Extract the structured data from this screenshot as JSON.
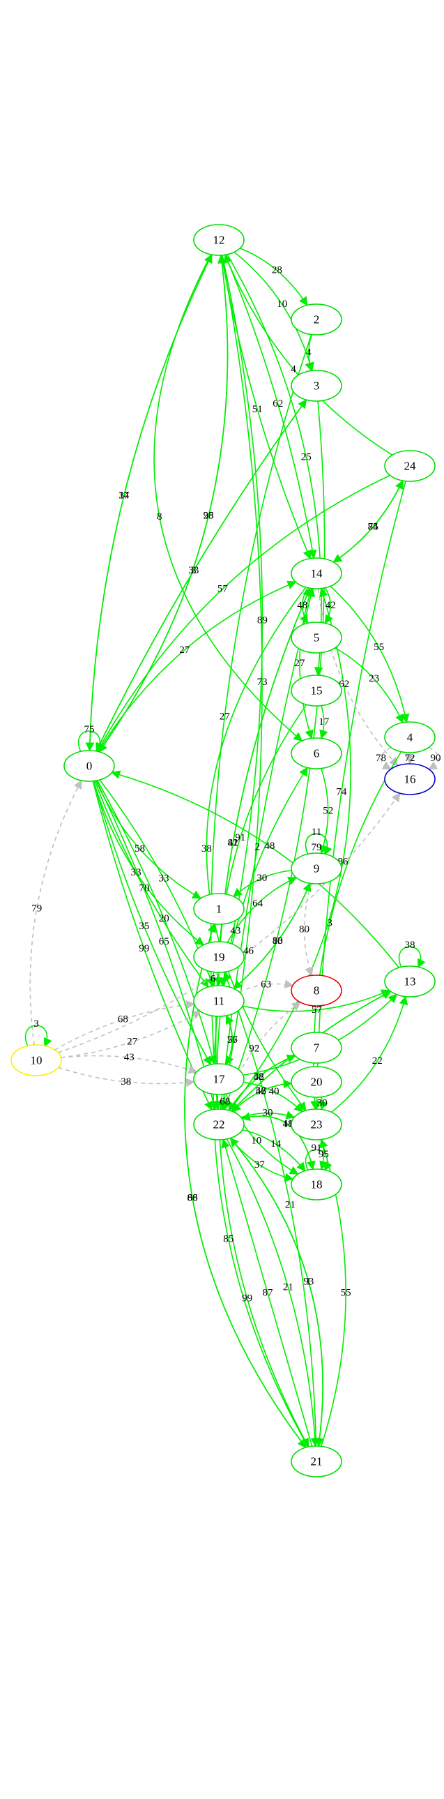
{
  "colors": {
    "solid_edge": "#00ee00",
    "dashed_edge": "#c0c0c0",
    "node_default": "#00dd00",
    "node_yellow": "#ffee00",
    "node_red": "#ee0000",
    "node_blue": "#0000cc"
  },
  "nodes": [
    {
      "id": "0",
      "label": "0",
      "color": "green"
    },
    {
      "id": "1",
      "label": "1",
      "color": "green"
    },
    {
      "id": "2",
      "label": "2",
      "color": "green"
    },
    {
      "id": "3",
      "label": "3",
      "color": "green"
    },
    {
      "id": "4",
      "label": "4",
      "color": "green"
    },
    {
      "id": "5",
      "label": "5",
      "color": "green"
    },
    {
      "id": "6",
      "label": "6",
      "color": "green"
    },
    {
      "id": "7",
      "label": "7",
      "color": "green"
    },
    {
      "id": "8",
      "label": "8",
      "color": "red"
    },
    {
      "id": "9",
      "label": "9",
      "color": "green"
    },
    {
      "id": "10",
      "label": "10",
      "color": "yellow"
    },
    {
      "id": "11",
      "label": "11",
      "color": "green"
    },
    {
      "id": "12",
      "label": "12",
      "color": "green"
    },
    {
      "id": "13",
      "label": "13",
      "color": "green"
    },
    {
      "id": "14",
      "label": "14",
      "color": "green"
    },
    {
      "id": "15",
      "label": "15",
      "color": "green"
    },
    {
      "id": "16",
      "label": "16",
      "color": "blue"
    },
    {
      "id": "17",
      "label": "17",
      "color": "green"
    },
    {
      "id": "18",
      "label": "18",
      "color": "green"
    },
    {
      "id": "19",
      "label": "19",
      "color": "green"
    },
    {
      "id": "20",
      "label": "20",
      "color": "green"
    },
    {
      "id": "21",
      "label": "21",
      "color": "green"
    },
    {
      "id": "22",
      "label": "22",
      "color": "green"
    },
    {
      "id": "23",
      "label": "23",
      "color": "green"
    },
    {
      "id": "24",
      "label": "24",
      "color": "green"
    }
  ],
  "edges": [
    {
      "from": "24",
      "to": "0",
      "label": "57",
      "style": "solid"
    },
    {
      "from": "24",
      "to": "12",
      "label": "4",
      "style": "solid"
    },
    {
      "from": "12",
      "to": "6",
      "label": "8",
      "style": "solid"
    },
    {
      "from": "12",
      "to": "2",
      "label": "28",
      "style": "solid"
    },
    {
      "from": "0",
      "to": "12",
      "label": "34",
      "style": "solid"
    },
    {
      "from": "0",
      "to": "12",
      "label": "25",
      "style": "solid"
    },
    {
      "from": "12",
      "to": "0",
      "label": "98",
      "style": "solid"
    },
    {
      "from": "12",
      "to": "0",
      "label": "17",
      "style": "solid"
    },
    {
      "from": "12",
      "to": "14",
      "label": "62",
      "style": "solid"
    },
    {
      "from": "12",
      "to": "15",
      "label": "25",
      "style": "solid"
    },
    {
      "from": "12",
      "to": "14",
      "label": "51",
      "style": "solid"
    },
    {
      "from": "12",
      "to": "3",
      "label": "10",
      "style": "solid"
    },
    {
      "from": "0",
      "to": "3",
      "label": "3",
      "style": "solid"
    },
    {
      "from": "12",
      "to": "22",
      "label": "73",
      "style": "solid"
    },
    {
      "from": "2",
      "to": "3",
      "label": "4",
      "style": "solid"
    },
    {
      "from": "0",
      "to": "14",
      "label": "27",
      "style": "solid"
    },
    {
      "from": "2",
      "to": "22",
      "label": "27",
      "style": "solid"
    },
    {
      "from": "24",
      "to": "14",
      "label": "74",
      "style": "solid"
    },
    {
      "from": "3",
      "to": "0",
      "label": "33",
      "style": "solid"
    },
    {
      "from": "3",
      "to": "22",
      "label": "21",
      "style": "solid"
    },
    {
      "from": "14",
      "to": "22",
      "label": "82",
      "style": "solid"
    },
    {
      "from": "14",
      "to": "24",
      "label": "85",
      "style": "solid"
    },
    {
      "from": "22",
      "to": "14",
      "label": "2",
      "style": "solid"
    },
    {
      "from": "22",
      "to": "14",
      "label": "86",
      "style": "solid"
    },
    {
      "from": "22",
      "to": "14",
      "label": "41",
      "style": "solid"
    },
    {
      "from": "14",
      "to": "4",
      "label": "55",
      "style": "solid"
    },
    {
      "from": "14",
      "to": "23",
      "label": "38",
      "style": "solid"
    },
    {
      "from": "14",
      "to": "5",
      "label": "42",
      "style": "solid"
    },
    {
      "from": "14",
      "to": "5",
      "label": "48",
      "style": "solid"
    },
    {
      "from": "24",
      "to": "23",
      "label": "74",
      "style": "solid"
    },
    {
      "from": "14",
      "to": "16",
      "label": "62",
      "style": "dashed"
    },
    {
      "from": "5",
      "to": "4",
      "label": "23",
      "style": "solid"
    },
    {
      "from": "14",
      "to": "6",
      "label": "27",
      "style": "solid"
    },
    {
      "from": "15",
      "to": "6",
      "label": "17",
      "style": "solid"
    },
    {
      "from": "0",
      "to": "0",
      "label": "75",
      "style": "solid"
    },
    {
      "from": "22",
      "to": "6",
      "label": "43",
      "style": "solid"
    },
    {
      "from": "15",
      "to": "11",
      "label": "91",
      "style": "solid"
    },
    {
      "from": "4",
      "to": "16",
      "label": "90",
      "style": "dashed"
    },
    {
      "from": "4",
      "to": "16",
      "label": "72",
      "style": "dashed"
    },
    {
      "from": "4",
      "to": "16",
      "label": "78",
      "style": "dashed"
    },
    {
      "from": "4",
      "to": "23",
      "label": "3",
      "style": "solid"
    },
    {
      "from": "6",
      "to": "9",
      "label": "52",
      "style": "solid"
    },
    {
      "from": "9",
      "to": "9",
      "label": "11",
      "style": "solid"
    },
    {
      "from": "9",
      "to": "9",
      "label": "79",
      "style": "solid"
    },
    {
      "from": "13",
      "to": "0",
      "label": "48",
      "style": "solid"
    },
    {
      "from": "10",
      "to": "0",
      "label": "79",
      "style": "dashed"
    },
    {
      "from": "0",
      "to": "1",
      "label": "58",
      "style": "solid"
    },
    {
      "from": "0",
      "to": "11",
      "label": "33",
      "style": "solid"
    },
    {
      "from": "9",
      "to": "1",
      "label": "30",
      "style": "solid"
    },
    {
      "from": "9",
      "to": "11",
      "label": "13",
      "style": "solid"
    },
    {
      "from": "0",
      "to": "19",
      "label": "33",
      "style": "solid"
    },
    {
      "from": "13",
      "to": "13",
      "label": "38",
      "style": "solid"
    },
    {
      "from": "11",
      "to": "9",
      "label": "80",
      "style": "solid"
    },
    {
      "from": "19",
      "to": "9",
      "label": "64",
      "style": "solid"
    },
    {
      "from": "9",
      "to": "8",
      "label": "80",
      "style": "dashed"
    },
    {
      "from": "12",
      "to": "11",
      "label": "89",
      "style": "solid"
    },
    {
      "from": "19",
      "to": "11",
      "label": "6",
      "style": "solid"
    },
    {
      "from": "0",
      "to": "11",
      "label": "70",
      "style": "solid"
    },
    {
      "from": "0",
      "to": "17",
      "label": "20",
      "style": "solid"
    },
    {
      "from": "21",
      "to": "19",
      "label": "21",
      "style": "solid"
    },
    {
      "from": "21",
      "to": "1",
      "label": "66",
      "style": "solid"
    },
    {
      "from": "11",
      "to": "8",
      "label": "63",
      "style": "dashed"
    },
    {
      "from": "11",
      "to": "13",
      "label": "57",
      "style": "solid"
    },
    {
      "from": "10",
      "to": "11",
      "label": "68",
      "style": "dashed"
    },
    {
      "from": "0",
      "to": "17",
      "label": "35",
      "style": "solid"
    },
    {
      "from": "0",
      "to": "22",
      "label": "65",
      "style": "solid"
    },
    {
      "from": "11",
      "to": "17",
      "label": "56",
      "style": "solid"
    },
    {
      "from": "17",
      "to": "11",
      "label": "77",
      "style": "solid"
    },
    {
      "from": "17",
      "to": "13",
      "label": "21",
      "style": "solid"
    },
    {
      "from": "10",
      "to": "10",
      "label": "3",
      "style": "solid"
    },
    {
      "from": "10",
      "to": "11",
      "label": "27",
      "style": "dashed"
    },
    {
      "from": "22",
      "to": "8",
      "label": "92",
      "style": "dashed"
    },
    {
      "from": "0",
      "to": "22",
      "label": "99",
      "style": "solid"
    },
    {
      "from": "10",
      "to": "17",
      "label": "43",
      "style": "dashed"
    },
    {
      "from": "10",
      "to": "17",
      "label": "38",
      "style": "dashed"
    },
    {
      "from": "22",
      "to": "7",
      "label": "32",
      "style": "solid"
    },
    {
      "from": "22",
      "to": "20",
      "label": "42",
      "style": "solid"
    },
    {
      "from": "17",
      "to": "22",
      "label": "68",
      "style": "solid"
    },
    {
      "from": "23",
      "to": "13",
      "label": "22",
      "style": "solid"
    },
    {
      "from": "22",
      "to": "23",
      "label": "30",
      "style": "solid"
    },
    {
      "from": "21",
      "to": "23",
      "label": "55",
      "style": "solid"
    },
    {
      "from": "20",
      "to": "23",
      "label": "30",
      "style": "solid"
    },
    {
      "from": "22",
      "to": "13",
      "label": "96",
      "style": "solid"
    },
    {
      "from": "22",
      "to": "18",
      "label": "18",
      "style": "solid"
    },
    {
      "from": "22",
      "to": "18",
      "label": "14",
      "style": "solid"
    },
    {
      "from": "23",
      "to": "18",
      "label": "95",
      "style": "solid"
    },
    {
      "from": "18",
      "to": "18",
      "label": "91",
      "style": "solid"
    },
    {
      "from": "17",
      "to": "23",
      "label": "40",
      "style": "solid"
    },
    {
      "from": "17",
      "to": "18",
      "label": "10",
      "style": "solid"
    },
    {
      "from": "1",
      "to": "21",
      "label": "88",
      "style": "solid"
    },
    {
      "from": "11",
      "to": "21",
      "label": "85",
      "style": "solid"
    },
    {
      "from": "13",
      "to": "22",
      "label": "38",
      "style": "solid"
    },
    {
      "from": "10",
      "to": "16",
      "label": "46",
      "style": "dashed"
    },
    {
      "from": "22",
      "to": "18",
      "label": "37",
      "style": "solid"
    },
    {
      "from": "22",
      "to": "21",
      "label": "93",
      "style": "solid"
    },
    {
      "from": "22",
      "to": "21",
      "label": "21",
      "style": "solid"
    },
    {
      "from": "21",
      "to": "22",
      "label": "87",
      "style": "solid"
    },
    {
      "from": "20",
      "to": "22",
      "label": "56",
      "style": "solid"
    },
    {
      "from": "18",
      "to": "22",
      "label": "41",
      "style": "solid"
    },
    {
      "from": "7",
      "to": "22",
      "label": "48",
      "style": "solid"
    },
    {
      "from": "22",
      "to": "21",
      "label": "99",
      "style": "solid"
    },
    {
      "from": "21",
      "to": "22",
      "label": "1",
      "style": "solid"
    }
  ]
}
